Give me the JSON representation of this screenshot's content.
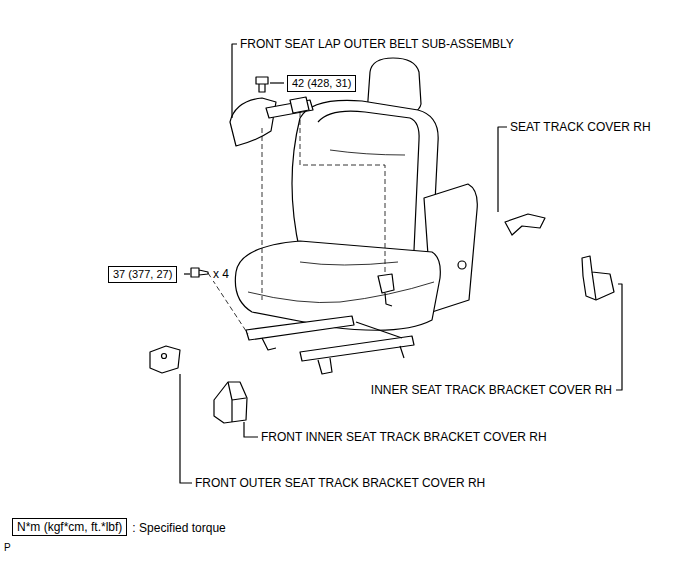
{
  "diagram": {
    "nodes": [
      {
        "text": [
          "42 (428, 31)"
        ]
      },
      {
        "text": [
          "37 (377, 27)"
        ]
      },
      {
        "text": [
          "N*m (kgf*cm, ft.*lbf)"
        ]
      }
    ],
    "labels": [
      "FRONT SEAT LAP OUTER BELT SUB-ASSEMBLY",
      "SEAT TRACK COVER RH",
      "x 4",
      "INNER SEAT TRACK BRACKET COVER RH",
      "FRONT INNER SEAT TRACK BRACKET COVER RH",
      "FRONT OUTER SEAT TRACK BRACKET COVER RH",
      ": Specified torque",
      "P"
    ]
  }
}
